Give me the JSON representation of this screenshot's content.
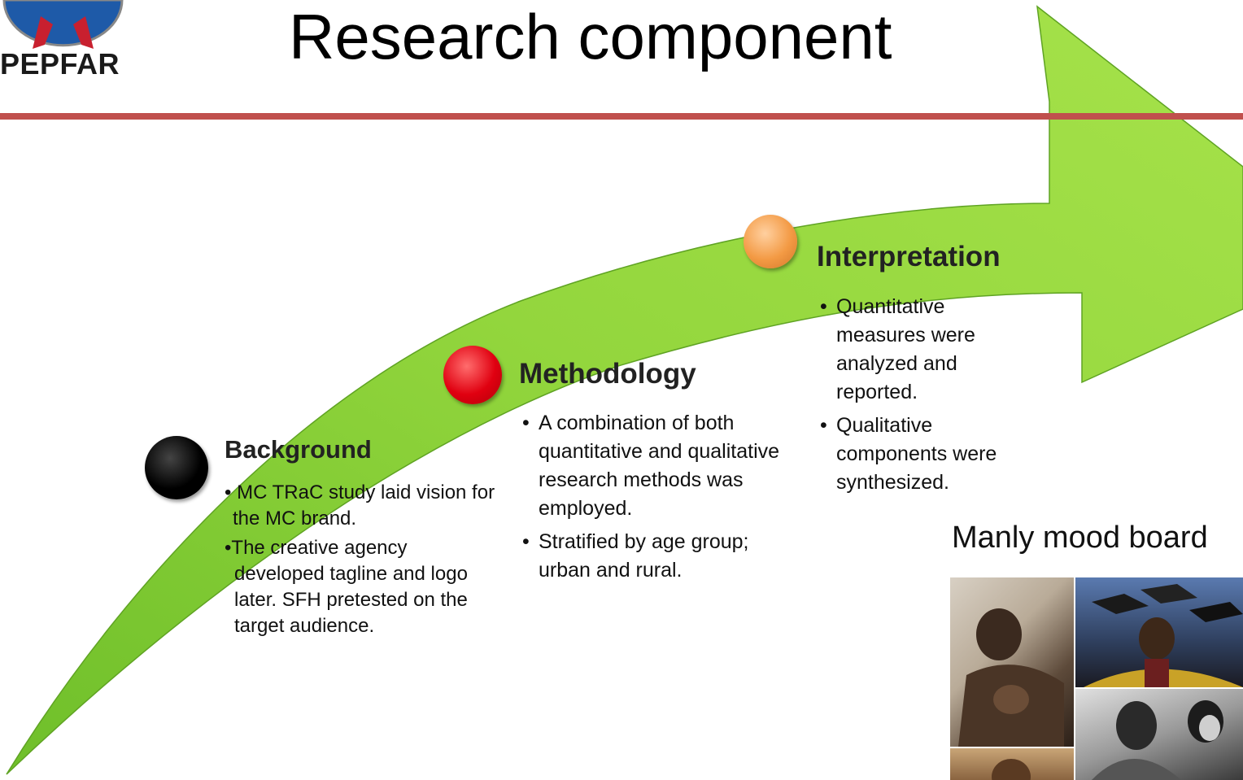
{
  "logo": {
    "text": "PEPFAR"
  },
  "title": "Research component",
  "colors": {
    "accent_rule": "#c0504d",
    "arrow_green": "#8fd13f",
    "background": "#ffffff"
  },
  "steps": [
    {
      "heading": "Background",
      "dot_color": "#000000",
      "bullets": [
        "• MC TRaC study laid vision for the MC brand.",
        "•The creative agency developed tagline and logo later. SFH pretested on the target audience."
      ]
    },
    {
      "heading": "Methodology",
      "dot_color": "#e0000b",
      "bullets": [
        "A combination of both quantitative and qualitative research methods was employed.",
        "Stratified by age group; urban and rural."
      ]
    },
    {
      "heading": "Interpretation",
      "dot_color": "#f0913a",
      "bullets": [
        "Quantitative measures were analyzed and reported.",
        "Qualitative components were synthesized."
      ]
    }
  ],
  "mood_board": {
    "title": "Manly mood board"
  }
}
